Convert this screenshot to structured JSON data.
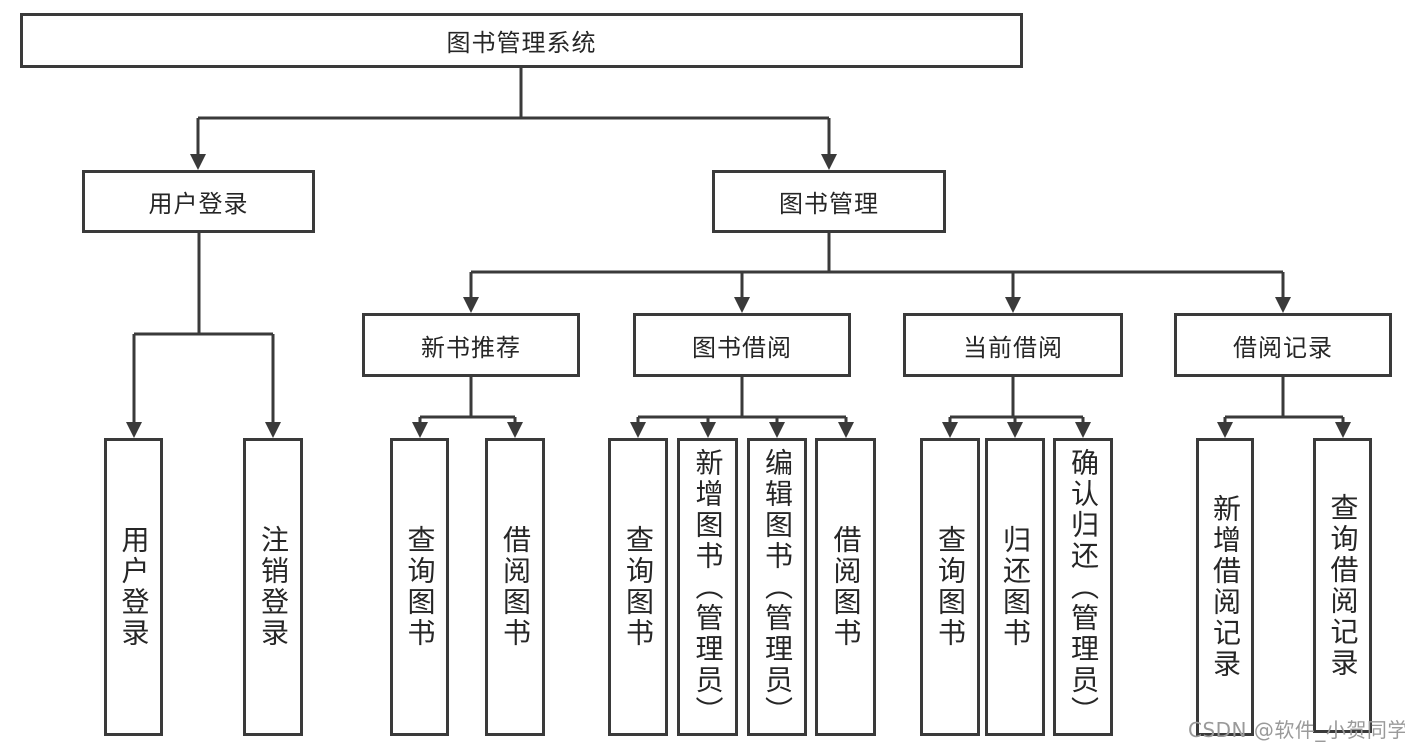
{
  "diagram": {
    "title": "图书管理系统",
    "root": {
      "label": "图书管理系统"
    },
    "level2": [
      {
        "label": "用户登录"
      },
      {
        "label": "图书管理"
      }
    ],
    "level3": [
      {
        "label": "新书推荐",
        "parent": "图书管理"
      },
      {
        "label": "图书借阅",
        "parent": "图书管理"
      },
      {
        "label": "当前借阅",
        "parent": "图书管理"
      },
      {
        "label": "借阅记录",
        "parent": "图书管理"
      }
    ],
    "leaves": [
      {
        "label": "用户登录",
        "parent": "用户登录"
      },
      {
        "label": "注销登录",
        "parent": "用户登录"
      },
      {
        "label": "查询图书",
        "parent": "新书推荐"
      },
      {
        "label": "借阅图书",
        "parent": "新书推荐"
      },
      {
        "label": "查询图书",
        "parent": "图书借阅"
      },
      {
        "label": "新增图书（管理员）",
        "parent": "图书借阅"
      },
      {
        "label": "编辑图书（管理员）",
        "parent": "图书借阅"
      },
      {
        "label": "借阅图书",
        "parent": "图书借阅"
      },
      {
        "label": "查询图书",
        "parent": "当前借阅"
      },
      {
        "label": "归还图书",
        "parent": "当前借阅"
      },
      {
        "label": "确认归还（管理员）",
        "parent": "当前借阅"
      },
      {
        "label": "新增借阅记录",
        "parent": "借阅记录"
      },
      {
        "label": "查询借阅记录",
        "parent": "借阅记录"
      }
    ]
  },
  "watermark": "CSDN @软件_小贺同学",
  "colors": {
    "line": "#3a3a3a",
    "text": "#262626",
    "background": "#ffffff",
    "watermark": "#9a9a9a"
  }
}
